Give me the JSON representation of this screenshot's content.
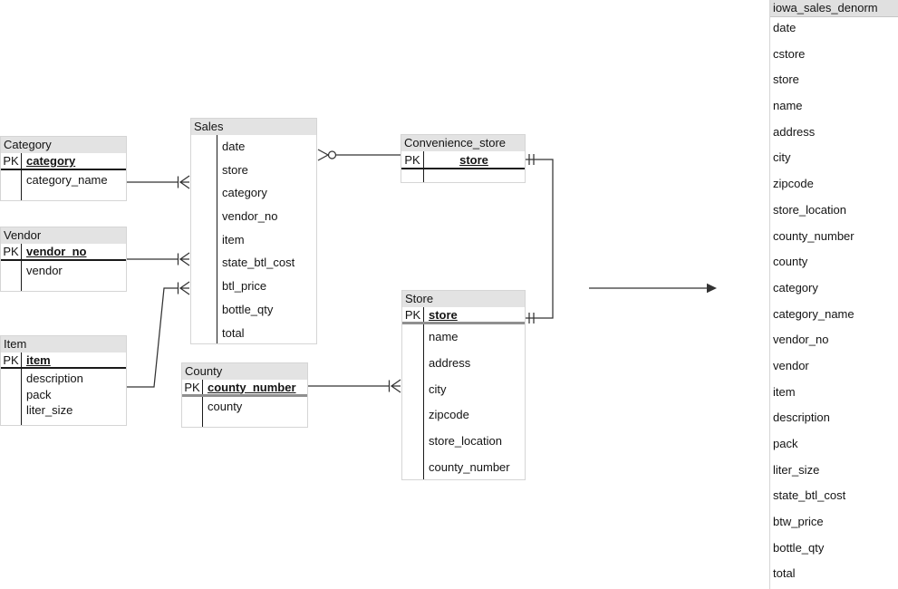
{
  "colors": {
    "header_bg": "#e3e3e3",
    "panel_header_bg": "#e0e0e0",
    "border": "#d5d5d5",
    "line": "#333333"
  },
  "diagram": {
    "entities": [
      {
        "id": "category",
        "title": "Category",
        "pk_label": "PK",
        "pk_field": "category",
        "attributes": [
          "category_name"
        ]
      },
      {
        "id": "vendor",
        "title": "Vendor",
        "pk_label": "PK",
        "pk_field": "vendor_no",
        "attributes": [
          "vendor"
        ]
      },
      {
        "id": "item",
        "title": "Item",
        "pk_label": "PK",
        "pk_field": "item",
        "attributes": [
          "description",
          "pack",
          "liter_size"
        ]
      },
      {
        "id": "sales",
        "title": "Sales",
        "pk_label": "",
        "pk_field": null,
        "attributes": [
          "date",
          "store",
          "category",
          "vendor_no",
          "item",
          "state_btl_cost",
          "btl_price",
          "bottle_qty",
          "total"
        ]
      },
      {
        "id": "county",
        "title": "County",
        "pk_label": "PK",
        "pk_field": "county_number",
        "attributes": [
          "county"
        ]
      },
      {
        "id": "convenience_store",
        "title": "Convenience_store",
        "pk_label": "PK",
        "pk_field": "store",
        "attributes": []
      },
      {
        "id": "store",
        "title": "Store",
        "pk_label": "PK",
        "pk_field": "store",
        "attributes": [
          "name",
          "address",
          "city",
          "zipcode",
          "store_location",
          "county_number"
        ]
      }
    ],
    "relationships": [
      {
        "name": "relationship-category-sales",
        "from": "Category",
        "to": "Sales",
        "marker": "one-to-many-crowfoot"
      },
      {
        "name": "relationship-vendor-sales",
        "from": "Vendor",
        "to": "Sales",
        "marker": "one-to-many-crowfoot"
      },
      {
        "name": "relationship-item-sales",
        "from": "Item",
        "to": "Sales",
        "marker": "one-to-many-crowfoot"
      },
      {
        "name": "relationship-sales-convenience-store",
        "from": "Sales",
        "to": "Convenience_store",
        "marker": "zero-or-many-crowfoot-circle"
      },
      {
        "name": "relationship-convenience-store-store",
        "from": "Convenience_store",
        "to": "Store",
        "marker": "one-and-only-one-double-tick"
      },
      {
        "name": "relationship-county-store",
        "from": "County",
        "to": "Store",
        "marker": "one-to-many-crowfoot"
      },
      {
        "name": "denorm-flow-arrow",
        "from": "diagram",
        "to": "iowa_sales_denorm",
        "marker": "arrow"
      }
    ],
    "denorm": {
      "title": "iowa_sales_denorm",
      "fields": [
        "date",
        "cstore",
        "store",
        "name",
        "address",
        "city",
        "zipcode",
        "store_location",
        "county_number",
        "county",
        "category",
        "category_name",
        "vendor_no",
        "vendor",
        "item",
        "description",
        "pack",
        "liter_size",
        "state_btl_cost",
        "btw_price",
        "bottle_qty",
        "total"
      ]
    }
  }
}
